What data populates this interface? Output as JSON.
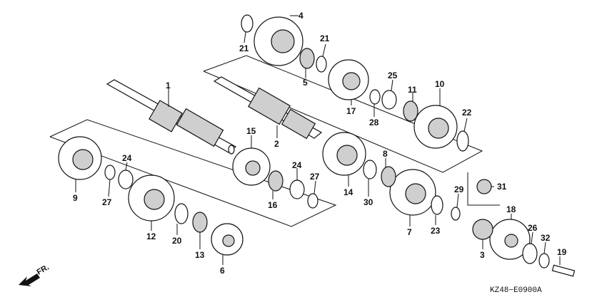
{
  "diagram": {
    "code": "KZ48−E0900A",
    "direction_label": "FR.",
    "callouts": [
      "1",
      "2",
      "3",
      "4",
      "5",
      "6",
      "7",
      "8",
      "9",
      "10",
      "11",
      "12",
      "13",
      "14",
      "15",
      "16",
      "17",
      "18",
      "19",
      "20",
      "21",
      "21",
      "22",
      "23",
      "24",
      "24",
      "25",
      "26",
      "27",
      "27",
      "28",
      "29",
      "30",
      "31",
      "32"
    ]
  }
}
